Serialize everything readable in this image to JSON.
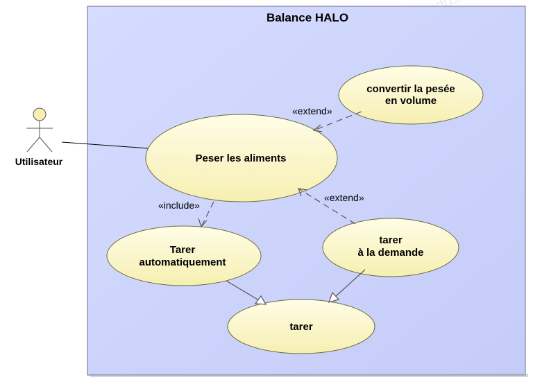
{
  "system": {
    "title": "Balance HALO"
  },
  "actor": {
    "name": "Utilisateur"
  },
  "use_cases": {
    "peser": {
      "line1": "Peser les aliments"
    },
    "convertir": {
      "line1": "convertir la pesée",
      "line2": "en volume"
    },
    "tarer_auto": {
      "line1": "Tarer",
      "line2": "automatiquement"
    },
    "tarer_demande": {
      "line1": "tarer",
      "line2": "à la demande"
    },
    "tarer": {
      "line1": "tarer"
    }
  },
  "relations": {
    "extend_convertir": "«extend»",
    "extend_tarer_demande": "«extend»",
    "include_tarer_auto": "«include»"
  },
  "watermark": "sciences-industrielles"
}
